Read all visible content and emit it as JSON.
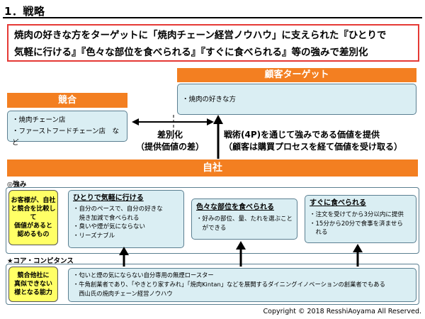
{
  "title": "1．戦略",
  "headline": {
    "line1": "焼肉の好きな方をターゲットに「焼肉チェーン経営ノウハウ」に支えられた『ひとりで",
    "line2": "気軽に行ける』『色々な部位を食べられる』『すぐに食べられる』等の強みで差別化"
  },
  "target": {
    "header": "顧客ターゲット",
    "item": "・焼肉の好きな方"
  },
  "competition": {
    "header": "競合",
    "items": [
      "・焼肉チェーン店",
      "・ファーストフードチェーン店　など"
    ]
  },
  "differentiation": {
    "line1": "差別化",
    "line2": "（提供価値の差）"
  },
  "tactics": {
    "line1": "戦術(4P)を通じて強みである価値を提供",
    "line2": "（顧客は購買プロセスを経て価値を受け取る）"
  },
  "company": {
    "header": "自社"
  },
  "strengths": {
    "label": "◎強み",
    "yellow": [
      "お客様が、自社",
      "と競合を比較して",
      "価値があると",
      "認めるもの"
    ],
    "box1": {
      "title": "ひとりで気軽に行ける",
      "items": [
        "・自分のペースで、自分の好きな",
        "　焼き加減で食べられる",
        "・臭いや煙が気にならない",
        "・リーズナブル"
      ]
    },
    "box2": {
      "title": "色々な部位を食べられる",
      "items": [
        "・好みの部位、量、たれを選ぶこと",
        "　ができる"
      ]
    },
    "box3": {
      "title": "すぐに食べられる",
      "items": [
        "・注文を受けてから3分以内に提供",
        "・15分から20分で食事を済ませら",
        "　れる"
      ]
    }
  },
  "core": {
    "label": "★コア・コンピタンス",
    "yellow": [
      "競合他社に",
      "真似できない",
      "様となる能力"
    ],
    "items": [
      "・匂いと煙の気にならない自分専用の無煙ロースター",
      "・牛角創業者であり、「やきとり家すみれ」「焼肉Kintan」などを展開するダイニングイノベーションの創業者でもある",
      "　西山氏の焼肉チェーン経営ノウハウ"
    ]
  },
  "copyright": "Copyright ©  2018 ResshiAoyama All  Reserved.",
  "colors": {
    "orange": "#f37f21",
    "light_blue": "#daeef3",
    "yellow": "#ffff66",
    "red": "#e53935"
  }
}
